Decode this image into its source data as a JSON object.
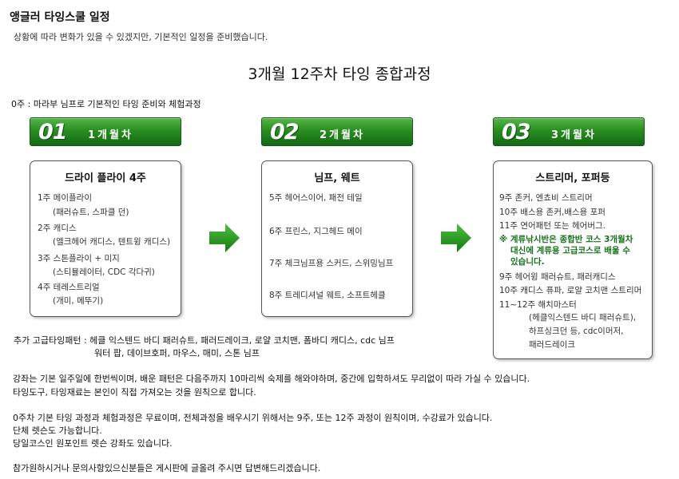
{
  "header": {
    "title": "앵글러 타잉스쿨 일정",
    "subtitle": "상황에 따라 변화가 있을 수 있겠지만, 기본적인 일정을 준비했습니다."
  },
  "course_title": "3개월 12주차 타잉 종합과정",
  "week0": "0주 : 마라부 님프로 기본적인 타잉 준비와 체험과정",
  "months": [
    {
      "num": "01",
      "label": "1개월차",
      "box_title": "드라이 플라이 4주",
      "items": [
        "1주 메이플라이",
        "(패러슈트, 스파클 던)",
        "2주 캐디스",
        "(엘크헤어 캐디스, 텐트윙 캐디스)",
        "3주 스톤플라이 + 미지",
        "(스티뮬레이터, CDC 각다귀)",
        "4주 테레스트리얼",
        "(개미, 메뚜기)"
      ]
    },
    {
      "num": "02",
      "label": "2개월차",
      "box_title": "님프, 웨트",
      "items": [
        "5주 헤어스이어, 패전 테일",
        "6주 프린스, 지그헤드 메이",
        "7주 체크님프용 스커드, 스위밍님프",
        "8주 트레디셔널 웨트, 소프트헤클"
      ]
    },
    {
      "num": "03",
      "label": "3개월차",
      "box_title": "스트리머, 포퍼등",
      "items": [
        "9주 존커, 엔쵸비 스트리머",
        "10주 배스용 존커,배스용 포퍼",
        "11주 연어패턴 또는 헤어버그."
      ],
      "note_lines": [
        "※ 계류낚시반은 종합반 코스 3개월차",
        "대신에 계류용 고급코스로 배울 수",
        "있습니다."
      ],
      "items2": [
        "9주 헤어윙 패러슈트, 패러캐디스",
        "10주 캐디스 퓨파, 로얄 코치맨 스트리머",
        "11~12주 해치마스터",
        "(헤클익스텐드 바디 패러슈트),",
        "하프싱크던 등, cdc이머저,",
        "패러드레이크"
      ]
    }
  ],
  "extra": {
    "line1": "추가 고급타잉패턴 : 헤클 익스텐드 바디 패러슈트, 패러드레이크, 로얄 코치맨, 폼바디 캐디스, cdc 님프",
    "line2": "워터 팝, 데이브호퍼, 마우스, 매미, 스톤 님프"
  },
  "paragraphs": [
    "강좌는 기본 일주일에 한번씩이며, 배운 패턴은 다음주까지 10마리씩 숙제를 해와야하며, 중간에 입학하셔도 무리없이 따라 가실 수 있습니다.",
    "타잉도구, 타잉재료는 본인이 직접 가져오는 것을 원칙으로 합니다.",
    "0주차 기본 타잉 과정과 체험과정은 무료이며, 전체과정을 배우시기 위해서는 9주, 또는 12주 과정이 원칙이며, 수강료가 있습니다.",
    "단체 렛슨도 가능합니다.",
    "당일코스인 원포인트 렛슨 강좌도 있습니다.",
    "참가원하시거나 문의사항있으신분들은 게시판에 글올려 주시면 답변해드리겠습니다."
  ],
  "colors": {
    "header_green": "#2a8d22",
    "note_green": "#15731a",
    "arrow_green": "#2a9a1e"
  }
}
